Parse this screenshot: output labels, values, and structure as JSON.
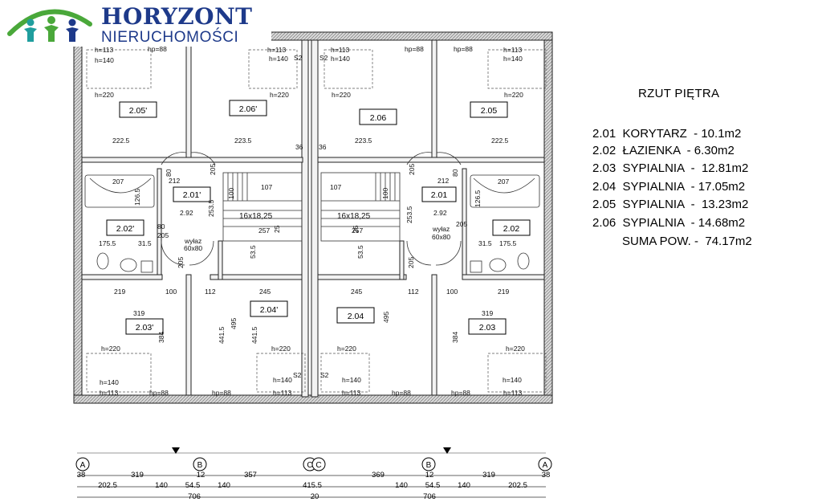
{
  "brand": {
    "name": "HORYZONT",
    "subtitle": "NIERUCHOMOŚCI",
    "colors": {
      "navy": "#1e3a8a",
      "green": "#4aa83a",
      "teal": "#1f9e9e"
    }
  },
  "legend": {
    "title": "RZUT PIĘTRA",
    "rooms": [
      {
        "code": "2.01",
        "name": "KORYTARZ",
        "area": "10.1m2"
      },
      {
        "code": "2.02",
        "name": "ŁAZIENKA",
        "area": "6.30m2"
      },
      {
        "code": "2.03",
        "name": "SYPIALNIA",
        "area": "12.81m2"
      },
      {
        "code": "2.04",
        "name": "SYPIALNIA",
        "area": "17.05m2"
      },
      {
        "code": "2.05",
        "name": "SYPIALNIA",
        "area": "13.23m2"
      },
      {
        "code": "2.06",
        "name": "SYPIALNIA",
        "area": "14.68m2"
      }
    ],
    "total_label": "SUMA POW.",
    "total_value": "74.17m2"
  },
  "room_labels": {
    "r205p": "2.05'",
    "r206p": "2.06'",
    "r206": "2.06",
    "r205": "2.05",
    "r201p": "2.01'",
    "r201": "2.01",
    "r202p": "2.02'",
    "r202": "2.02",
    "r204p": "2.04'",
    "r204": "2.04",
    "r203p": "2.03'",
    "r203": "2.03"
  },
  "plan_annotations": {
    "h113": "h=113",
    "h140": "h=140",
    "h220": "h=220",
    "hp88": "hp=88",
    "s2": "S2",
    "stairs": "16x18,25",
    "wylaz": "wyłaz",
    "wylaz_size": "60x80",
    "n2225": "222.5",
    "n2235": "223.5",
    "n36": "36",
    "n207": "207",
    "n107": "107",
    "n1265": "126.5",
    "n1755": "175.5",
    "n315": "31.5",
    "n219": "219",
    "n100": "100",
    "n112": "112",
    "n245": "245",
    "n319": "319",
    "n384": "384",
    "n4415": "441.5",
    "n495": "495",
    "n535": "53.5",
    "n2535": "253.5",
    "n80": "80",
    "n205": "205",
    "n212": "212",
    "n292": "2.92",
    "n25": "25",
    "n257": "257",
    "n100b": "100",
    "nhp88": "hp=88"
  },
  "axes": {
    "labels": [
      "A",
      "B",
      "C",
      "C",
      "B",
      "A"
    ],
    "row1": [
      "38",
      "319",
      "12",
      "357",
      "369",
      "12",
      "319",
      "38"
    ],
    "row2": [
      "202.5",
      "140",
      "54.5",
      "140",
      "415.5",
      "140",
      "54.5",
      "140",
      "202.5"
    ],
    "row3": [
      "706",
      "20",
      "706"
    ]
  }
}
